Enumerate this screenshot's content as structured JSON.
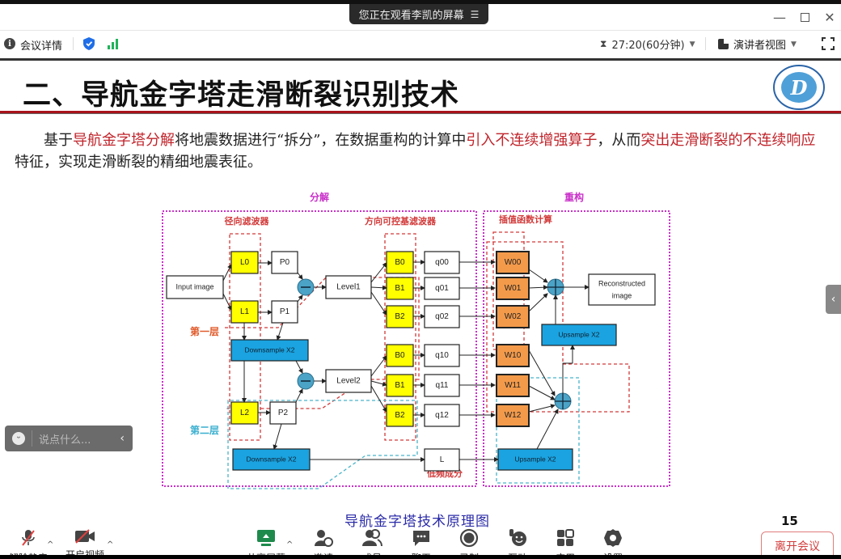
{
  "window": {
    "viewing_banner": "您正在观看李凯的屏幕",
    "controls": [
      "minimize",
      "maximize",
      "close"
    ]
  },
  "infobar": {
    "meeting_details": "会议详情",
    "timer": "27:20(60分钟)",
    "view_mode": "演讲者视图"
  },
  "slide": {
    "title": "二、导航金字塔走滑断裂识别技术",
    "paragraph": [
      {
        "text": "基于",
        "highlight": false
      },
      {
        "text": "导航金字塔分解",
        "highlight": true
      },
      {
        "text": "将地震数据进行“拆分”，在数据重构的计算中",
        "highlight": false
      },
      {
        "text": "引入不连续增强算子",
        "highlight": true
      },
      {
        "text": "，从而",
        "highlight": false
      },
      {
        "text": "突出走滑断裂的不连续响应",
        "highlight": true
      },
      {
        "text": "特征，实现走滑断裂的精细地震表征。",
        "highlight": false
      }
    ],
    "caption": "导航金字塔技术原理图",
    "page_number": "15",
    "colors": {
      "highlight": "#c0242b",
      "title_rule": "#a8121a",
      "caption": "#2b2ba8"
    }
  },
  "diagram": {
    "section_decompose": "分解",
    "section_reconstruct": "重构",
    "radial_filter": "径向滤波器",
    "steerable_filter": "方向可控基滤波器",
    "interp_calc": "插值函数计算",
    "layer1": "第一层",
    "layer2": "第二层",
    "low_freq": "低频成分",
    "input": "Input image",
    "output_line1": "Reconstructed",
    "output_line2": "image",
    "L": [
      "L0",
      "L1",
      "L2"
    ],
    "P": [
      "P0",
      "P1",
      "P2"
    ],
    "levels": [
      "Level1",
      "Level2"
    ],
    "B": [
      "B0",
      "B1",
      "B2"
    ],
    "q1": [
      "q00",
      "q01",
      "q02"
    ],
    "q2": [
      "q10",
      "q11",
      "q12"
    ],
    "W1": [
      "W00",
      "W01",
      "W02"
    ],
    "W2": [
      "W10",
      "W11",
      "W12"
    ],
    "downsample": "Downsample    X2",
    "upsample": "Upsample    X2",
    "lowpass": "L",
    "colors": {
      "yellow": "#ffff00",
      "blue": "#1aa3e0",
      "orange": "#f39a4a",
      "circle": "#4ba3c7",
      "magenta": "#c930c9",
      "red_dash": "#d23a3a",
      "cyan_dash": "#49b3c9"
    }
  },
  "chat": {
    "placeholder": "说点什么..."
  },
  "toolbar": {
    "items": [
      {
        "label": "解除静音",
        "icon": "mic-muted-icon"
      },
      {
        "label": "开启视频",
        "icon": "video-off-icon"
      },
      {
        "label": "共享屏幕",
        "icon": "share-screen-icon"
      },
      {
        "label": "邀请",
        "icon": "invite-icon"
      },
      {
        "label": "成员",
        "icon": "members-icon"
      },
      {
        "label": "聊天",
        "icon": "chat-icon"
      },
      {
        "label": "录制",
        "icon": "record-icon"
      },
      {
        "label": "互动",
        "icon": "reaction-icon"
      },
      {
        "label": "应用",
        "icon": "apps-icon"
      },
      {
        "label": "设置",
        "icon": "settings-icon"
      }
    ],
    "leave": "离开会议"
  }
}
